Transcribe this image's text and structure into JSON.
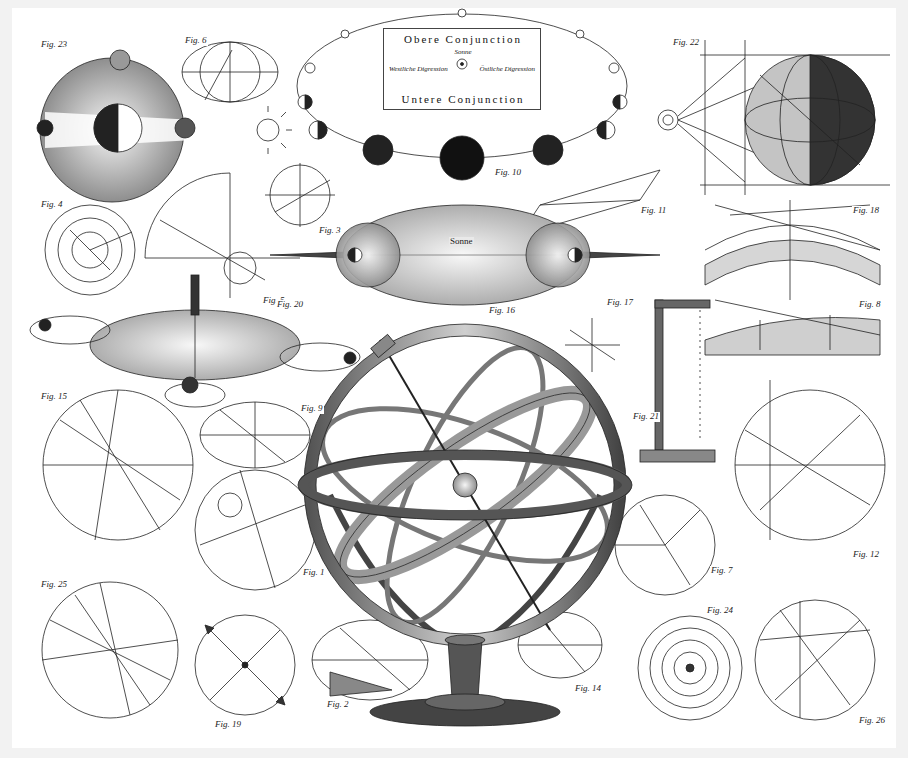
{
  "diagram": {
    "nodes": [
      {
        "text": [
          "Obere Conjunction",
          "Westliche Digression",
          "Sonne",
          "Östliche Digression",
          "Untere Conjunction"
        ]
      }
    ],
    "labels": [
      "Fig. 23",
      "Fig. 6",
      "Fig. 10",
      "Fig. 22",
      "Fig. 4",
      "Fig. 5",
      "Fig. 3",
      "Fig. 11",
      "Fig. 16",
      "Fig. 18",
      "Fig. 20",
      "Fig. 17",
      "Fig. 21",
      "Fig. 8",
      "Fig. 15",
      "Fig. 9",
      "Fig. 1",
      "Fig. 12",
      "Fig. 7",
      "Fig. 25",
      "Fig. 19",
      "Fig. 2",
      "Fig. 14",
      "Fig. 24",
      "Fig. 26",
      "Sonne"
    ]
  }
}
